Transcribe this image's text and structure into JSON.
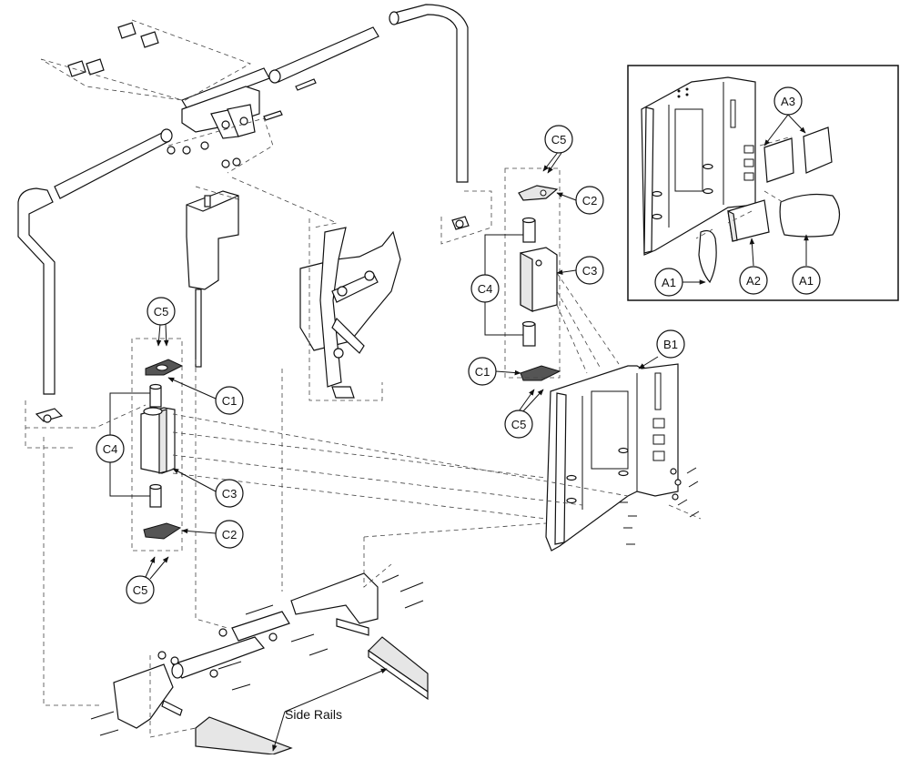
{
  "callouts": {
    "a1_left": "A1",
    "a2": "A2",
    "a1_right": "A1",
    "a3": "A3",
    "b1": "B1",
    "c5_top_right": "C5",
    "c2_right": "C2",
    "c3_right": "C3",
    "c4_right": "C4",
    "c1_right": "C1",
    "c5_mid_right": "C5",
    "c5_top_left": "C5",
    "c1_left": "C1",
    "c4_left": "C4",
    "c3_left": "C3",
    "c2_left": "C2",
    "c5_bottom_left": "C5"
  },
  "labels": {
    "side_rails": "Side Rails"
  },
  "colors": {
    "line": "#111111",
    "leader_dash": "#444444",
    "part_fill": "#ffffff",
    "part_shade": "#e6e6e6"
  }
}
